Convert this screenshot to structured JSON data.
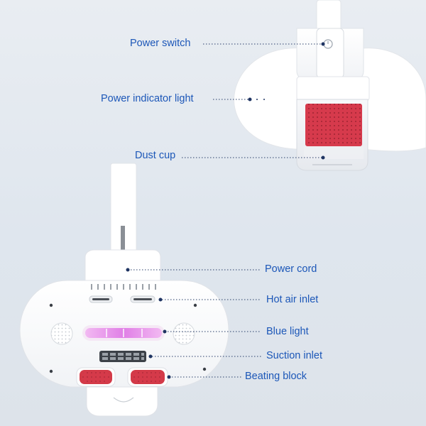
{
  "labels": {
    "power_switch": "Power switch",
    "power_indicator": "Power indicator light",
    "dust_cup": "Dust cup",
    "power_cord": "Power cord",
    "hot_air_inlet": "Hot air inlet",
    "blue_light": "Blue light",
    "suction_inlet": "Suction inlet",
    "beating_block": "Beating block"
  },
  "colors": {
    "label_text": "#1c57b8",
    "leader_line": "#2a3f6a",
    "dust_cup_red": "#d9384a",
    "beating_block_red": "#d33a48",
    "uv_light": "#e89be8"
  }
}
